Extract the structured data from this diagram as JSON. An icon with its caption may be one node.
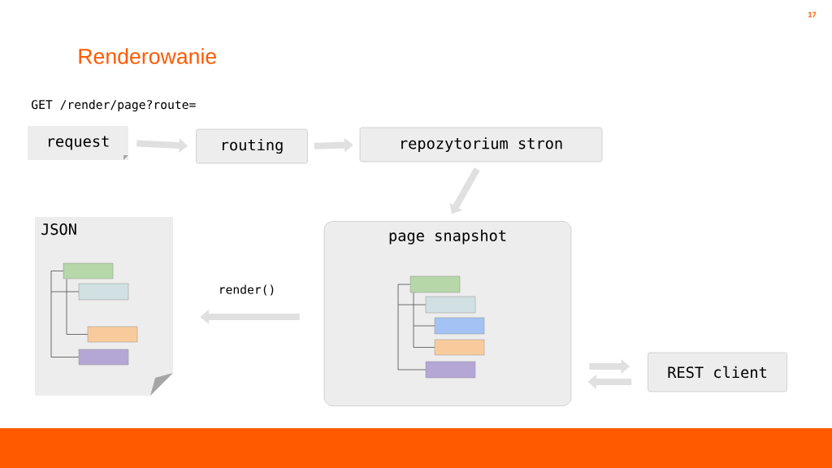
{
  "diagram": {
    "title": "Renderowanie",
    "nodes": [
      {
        "text": [
          "request"
        ]
      },
      {
        "text": [
          "routing"
        ]
      },
      {
        "text": [
          "repozytorium stron"
        ]
      },
      {
        "text": [
          "JSON"
        ]
      },
      {
        "text": [
          "page snapshot"
        ]
      },
      {
        "text": [
          "REST client"
        ]
      }
    ],
    "edges": [
      {
        "from": 0,
        "to": 1,
        "arrow": "to"
      },
      {
        "from": 1,
        "to": 2,
        "arrow": "to"
      },
      {
        "from": 2,
        "to": 4,
        "arrow": "to"
      },
      {
        "from": 4,
        "to": 3,
        "arrow": "to",
        "label": "render()"
      },
      {
        "from": 4,
        "to": 5,
        "arrow": "to"
      },
      {
        "from": 5,
        "to": 4,
        "arrow": "to"
      }
    ],
    "labels": [
      "17",
      "GET /render/page?route="
    ]
  }
}
